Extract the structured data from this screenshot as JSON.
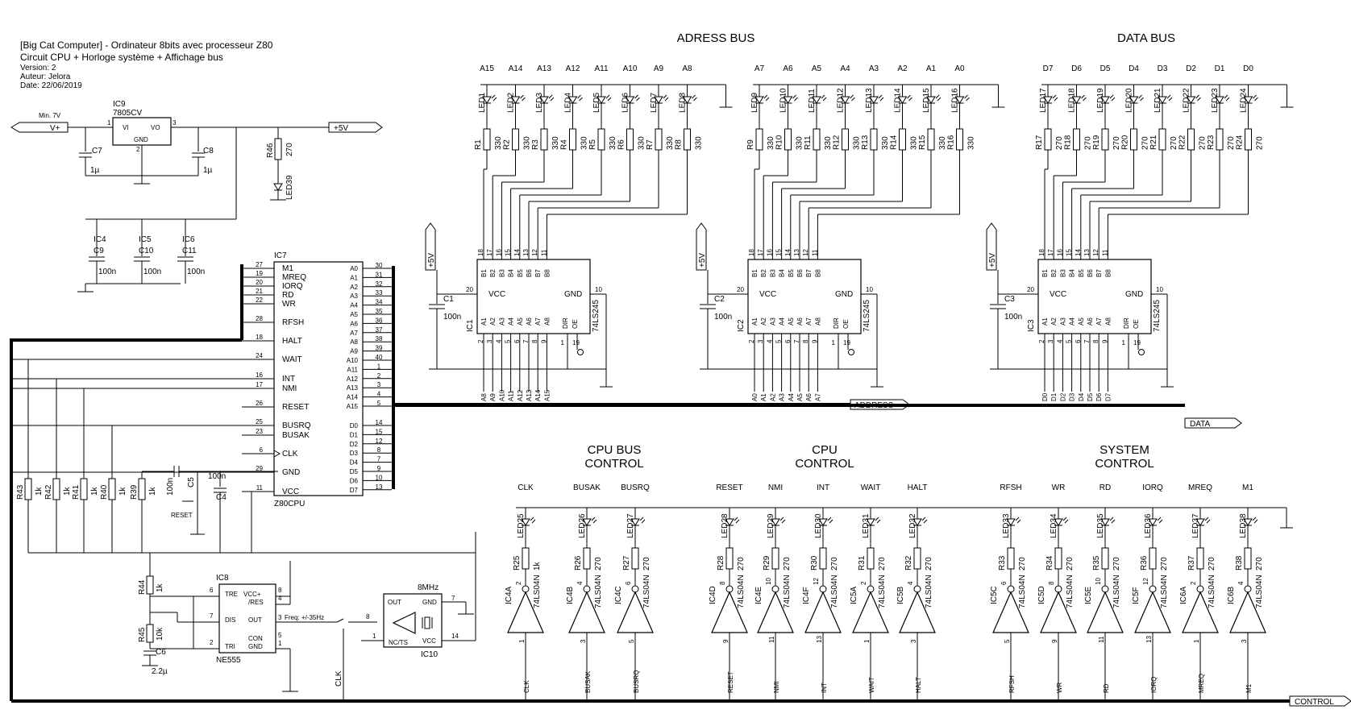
{
  "title": {
    "line1": "[Big Cat Computer] - Ordinateur 8bits avec processeur Z80",
    "line2": "Circuit CPU + Horloge système + Affichage bus",
    "version": "Version: 2",
    "author": "Auteur: Jelora",
    "date": "Date: 22/06/2019"
  },
  "sections": {
    "address_bus": "ADRESS BUS",
    "data_bus": "DATA BUS",
    "cpu_bus_control": [
      "CPU BUS",
      "CONTROL"
    ],
    "cpu_control": [
      "CPU",
      "CONTROL"
    ],
    "system_control": [
      "SYSTEM",
      "CONTROL"
    ]
  },
  "nets": {
    "address": "ADDRESS",
    "data": "DATA",
    "control": "CONTROL",
    "plus5": "+5V",
    "vplus": "V+",
    "min7v": "Min. 7V"
  },
  "power": {
    "regulator": {
      "ref": "IC9",
      "value": "7805CV",
      "pin1": "1",
      "pin2": "2",
      "pin3": "3",
      "vi": "VI",
      "vo": "VO",
      "gnd": "GND"
    },
    "c7": {
      "ref": "C7",
      "value": "1µ"
    },
    "c8": {
      "ref": "C8",
      "value": "1µ"
    },
    "r46": {
      "ref": "R46",
      "value": "270"
    },
    "led39": "LED39",
    "decoupling": [
      {
        "ic": "IC4",
        "ref": "C9",
        "value": "100n"
      },
      {
        "ic": "IC5",
        "ref": "C10",
        "value": "100n"
      },
      {
        "ic": "IC6",
        "ref": "C11",
        "value": "100n"
      }
    ]
  },
  "addr_high": {
    "labels": [
      "A15",
      "A14",
      "A13",
      "A12",
      "A11",
      "A10",
      "A9",
      "A8"
    ],
    "leds": [
      "LED1",
      "LED2",
      "LED3",
      "LED4",
      "LED5",
      "LED6",
      "LED7",
      "LED8"
    ],
    "res": [
      "R1",
      "R2",
      "R3",
      "R4",
      "R5",
      "R6",
      "R7",
      "R8"
    ],
    "val": "330",
    "buf": {
      "ref": "IC1",
      "decap": "C1",
      "decap_val": "100n"
    }
  },
  "addr_low": {
    "labels": [
      "A7",
      "A6",
      "A5",
      "A4",
      "A3",
      "A2",
      "A1",
      "A0"
    ],
    "leds": [
      "LED9",
      "LED10",
      "LED11",
      "LED12",
      "LED13",
      "LED14",
      "LED15",
      "LED16"
    ],
    "res": [
      "R9",
      "R10",
      "R11",
      "R12",
      "R13",
      "R14",
      "R15",
      "R16"
    ],
    "val": "330",
    "buf": {
      "ref": "IC2",
      "decap": "C2",
      "decap_val": "100n"
    }
  },
  "data_grp": {
    "labels": [
      "D7",
      "D6",
      "D5",
      "D4",
      "D3",
      "D2",
      "D1",
      "D0"
    ],
    "leds": [
      "LED17",
      "LED18",
      "LED19",
      "LED20",
      "LED21",
      "LED22",
      "LED23",
      "LED24"
    ],
    "res": [
      "R17",
      "R18",
      "R19",
      "R20",
      "R21",
      "R22",
      "R23",
      "R24"
    ],
    "val": "270",
    "buf": {
      "ref": "IC3",
      "decap": "C3",
      "decap_val": "100n"
    }
  },
  "ls245": {
    "part": "74LS245",
    "b_pins": [
      "B1",
      "B2",
      "B3",
      "B4",
      "B5",
      "B6",
      "B7",
      "B8"
    ],
    "a_pins": [
      "A1",
      "A2",
      "A3",
      "A4",
      "A5",
      "A6",
      "A7",
      "A8"
    ],
    "b_nums": [
      "18",
      "17",
      "16",
      "15",
      "14",
      "13",
      "12",
      "11"
    ],
    "a_nums": [
      "2",
      "3",
      "4",
      "5",
      "6",
      "7",
      "8",
      "9"
    ],
    "vcc": "VCC",
    "gnd": "GND",
    "dir": "DIR",
    "oe": "OE",
    "pin20": "20",
    "pin10": "10",
    "pin1": "1",
    "pin19": "19"
  },
  "z80": {
    "ref": "IC7",
    "part": "Z80CPU",
    "left": [
      {
        "n": "27",
        "name": "M1"
      },
      {
        "n": "19",
        "name": "MREQ"
      },
      {
        "n": "20",
        "name": "IORQ"
      },
      {
        "n": "21",
        "name": "RD"
      },
      {
        "n": "22",
        "name": "WR"
      },
      {
        "n": "28",
        "name": "RFSH"
      },
      {
        "n": "18",
        "name": "HALT"
      },
      {
        "n": "24",
        "name": "WAIT"
      },
      {
        "n": "16",
        "name": "INT"
      },
      {
        "n": "17",
        "name": "NMI"
      },
      {
        "n": "26",
        "name": "RESET"
      },
      {
        "n": "25",
        "name": "BUSRQ"
      },
      {
        "n": "23",
        "name": "BUSAK"
      },
      {
        "n": "6",
        "name": "CLK"
      },
      {
        "n": "29",
        "name": "GND"
      },
      {
        "n": "11",
        "name": "VCC"
      }
    ],
    "right_addr": [
      {
        "n": "30",
        "name": "A0"
      },
      {
        "n": "31",
        "name": "A1"
      },
      {
        "n": "32",
        "name": "A2"
      },
      {
        "n": "33",
        "name": "A3"
      },
      {
        "n": "34",
        "name": "A4"
      },
      {
        "n": "35",
        "name": "A5"
      },
      {
        "n": "36",
        "name": "A6"
      },
      {
        "n": "37",
        "name": "A7"
      },
      {
        "n": "38",
        "name": "A8"
      },
      {
        "n": "39",
        "name": "A9"
      },
      {
        "n": "40",
        "name": "A10"
      },
      {
        "n": "1",
        "name": "A11"
      },
      {
        "n": "2",
        "name": "A12"
      },
      {
        "n": "3",
        "name": "A13"
      },
      {
        "n": "4",
        "name": "A14"
      },
      {
        "n": "5",
        "name": "A15"
      }
    ],
    "right_data": [
      {
        "n": "14",
        "name": "D0"
      },
      {
        "n": "15",
        "name": "D1"
      },
      {
        "n": "12",
        "name": "D2"
      },
      {
        "n": "8",
        "name": "D3"
      },
      {
        "n": "7",
        "name": "D4"
      },
      {
        "n": "9",
        "name": "D5"
      },
      {
        "n": "10",
        "name": "D6"
      },
      {
        "n": "13",
        "name": "D7"
      }
    ]
  },
  "pullups": {
    "refs": [
      "R43",
      "R42",
      "R41",
      "R40",
      "R39"
    ],
    "val": "1k"
  },
  "reset_circuit": {
    "c5": "C5",
    "c5_val": "100n",
    "c4": "C4",
    "c4_val": "100n",
    "button": "RESET"
  },
  "timer": {
    "ref": "IC8",
    "part": "NE555",
    "pins_left": [
      {
        "n": "6",
        "name": "TRE"
      },
      {
        "n": "7",
        "name": "DIS"
      },
      {
        "n": "2",
        "name": "TRI"
      }
    ],
    "pins_right": [
      {
        "n": "8",
        "name": "VCC+"
      },
      {
        "n": "4",
        "name": "/RES"
      },
      {
        "n": "3",
        "name": "OUT"
      },
      {
        "n": "5",
        "name": "CON"
      },
      {
        "n": "1",
        "name": "GND"
      }
    ],
    "freq": "Freq: +/-35Hz",
    "r44": "R44",
    "r44_val": "1k",
    "r45": "R45",
    "r45_val": "10k",
    "c6": "C6",
    "c6_val": "2.2µ",
    "clk": "CLK"
  },
  "osc": {
    "ref": "IC10",
    "freq": "8MHz",
    "out": "OUT",
    "gnd": "GND",
    "nc": "NC/TS",
    "vcc": "VCC",
    "p8": "8",
    "p7": "7",
    "p1": "1",
    "p14": "14"
  },
  "switch_pin": "8",
  "leds_lower": [
    {
      "sig": "CLK",
      "led": "LED25",
      "res": "R25",
      "val": "1k",
      "gate": "IC4A",
      "out": "2",
      "in": "1"
    },
    {
      "sig": "BUSAK",
      "led": "LED26",
      "res": "R26",
      "val": "270",
      "gate": "IC4B",
      "out": "4",
      "in": "3"
    },
    {
      "sig": "BUSRQ",
      "led": "LED27",
      "res": "R27",
      "val": "270",
      "gate": "IC4C",
      "out": "6",
      "in": "5"
    },
    {
      "sig": "RESET",
      "led": "LED28",
      "res": "R28",
      "val": "270",
      "gate": "IC4D",
      "out": "8",
      "in": "9"
    },
    {
      "sig": "NMI",
      "led": "LED29",
      "res": "R29",
      "val": "270",
      "gate": "IC4E",
      "out": "10",
      "in": "11"
    },
    {
      "sig": "INT",
      "led": "LED30",
      "res": "R30",
      "val": "270",
      "gate": "IC4F",
      "out": "12",
      "in": "13"
    },
    {
      "sig": "WAIT",
      "led": "LED31",
      "res": "R31",
      "val": "270",
      "gate": "IC5A",
      "out": "2",
      "in": "1"
    },
    {
      "sig": "HALT",
      "led": "LED32",
      "res": "R32",
      "val": "270",
      "gate": "IC5B",
      "out": "4",
      "in": "3"
    },
    {
      "sig": "RFSH",
      "led": "LED33",
      "res": "R33",
      "val": "270",
      "gate": "IC5C",
      "out": "6",
      "in": "5"
    },
    {
      "sig": "WR",
      "led": "LED34",
      "res": "R34",
      "val": "270",
      "gate": "IC5D",
      "out": "8",
      "in": "9"
    },
    {
      "sig": "RD",
      "led": "LED35",
      "res": "R35",
      "val": "270",
      "gate": "IC5E",
      "out": "10",
      "in": "11"
    },
    {
      "sig": "IORQ",
      "led": "LED36",
      "res": "R36",
      "val": "270",
      "gate": "IC5F",
      "out": "12",
      "in": "13"
    },
    {
      "sig": "MREQ",
      "led": "LED37",
      "res": "R37",
      "val": "270",
      "gate": "IC6A",
      "out": "2",
      "in": "1"
    },
    {
      "sig": "M1",
      "led": "LED38",
      "res": "R38",
      "val": "270",
      "gate": "IC6B",
      "out": "4",
      "in": "3"
    }
  ],
  "gate_part": "74LS04N"
}
